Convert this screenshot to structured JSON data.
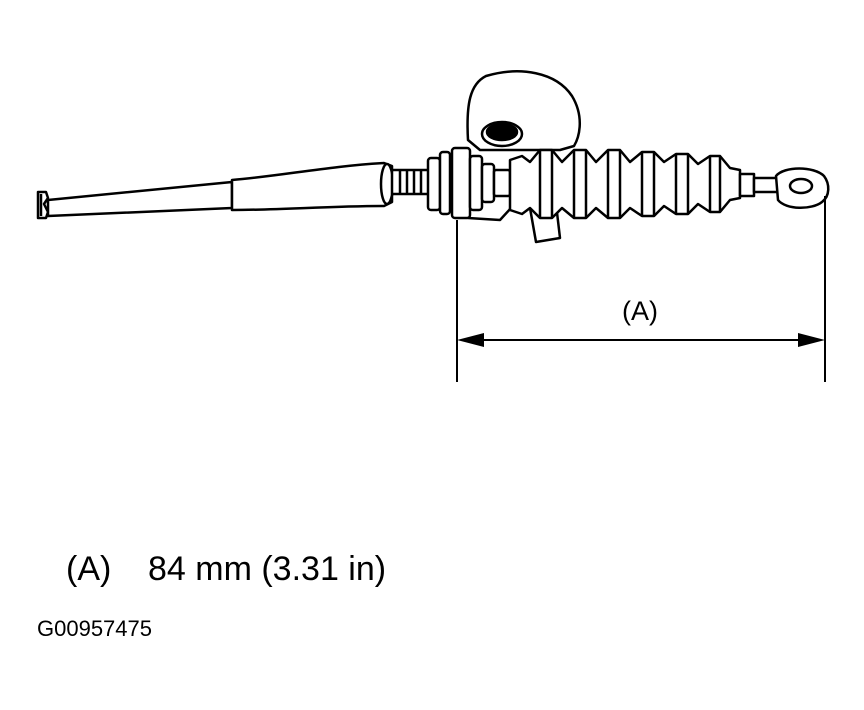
{
  "diagram": {
    "dimension_label": "(A)"
  },
  "legend": {
    "key": "(A)",
    "value": "84 mm (3.31 in)"
  },
  "figure_id": "G00957475"
}
